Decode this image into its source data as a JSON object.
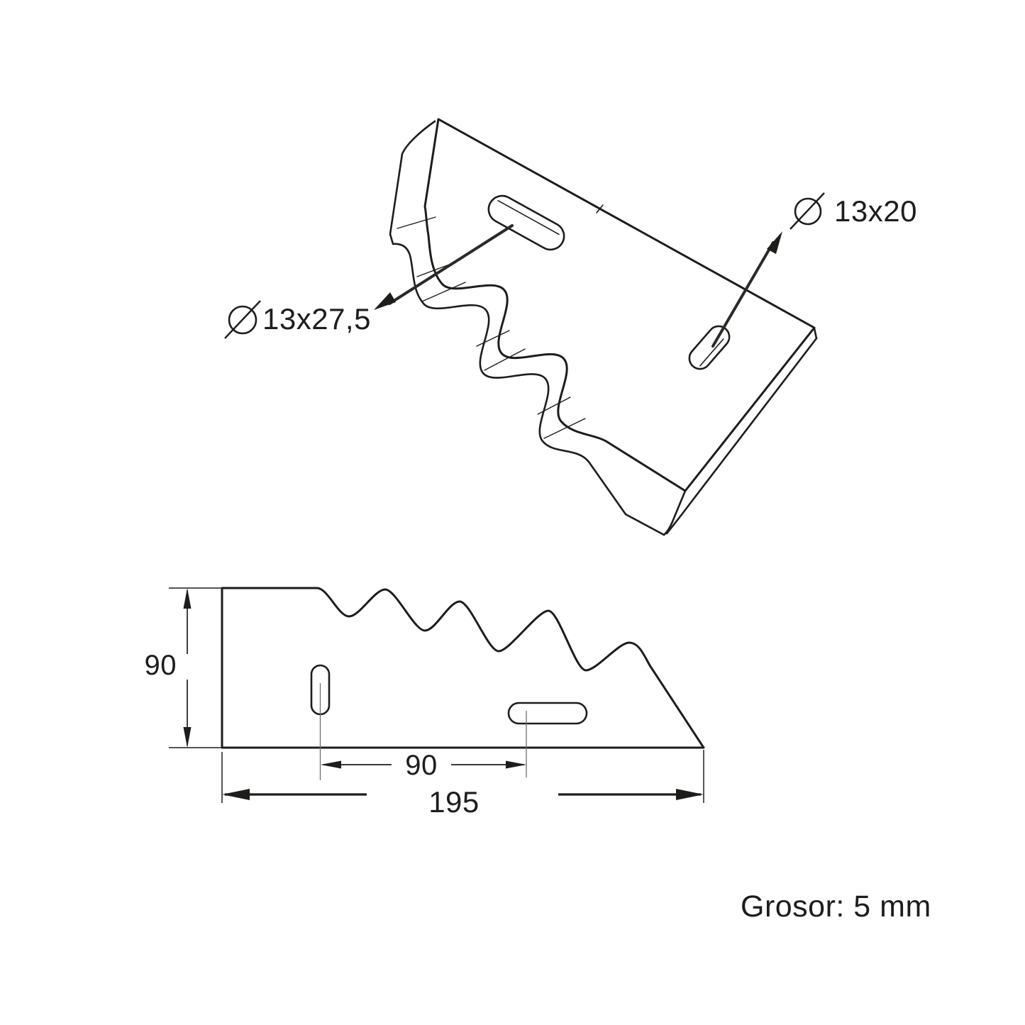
{
  "colors": {
    "line": "#1d1d1b",
    "background": "#ffffff",
    "centerline": "#6e6e6e"
  },
  "icons": {
    "diameter": "circle-slash (⌀)"
  },
  "iso_view": {
    "slot_top_label": "13x27,5",
    "slot_right_label": "13x20"
  },
  "side_view": {
    "height": "90",
    "hole_spacing": "90",
    "overall_length": "195"
  },
  "footer": {
    "thickness_note": "Grosor: 5 mm"
  }
}
